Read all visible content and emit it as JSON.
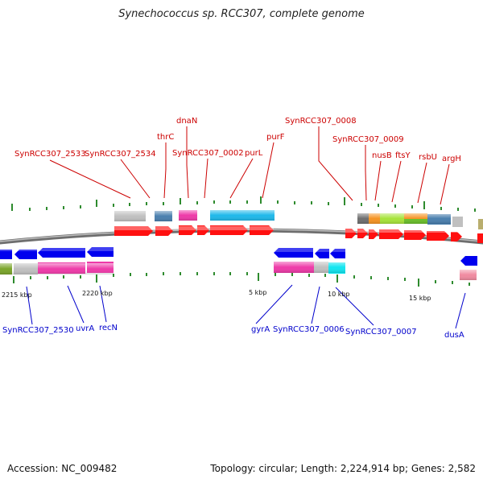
{
  "title": "Synechococcus sp. RCC307, complete genome",
  "footer": {
    "accession": "Accession: NC_009482",
    "summary": "Topology: circular; Length: 2,224,914 bp; Genes: 2,582"
  },
  "colors": {
    "backbone": "#7a7a7a",
    "tick": "#2e8b2e",
    "top_label": "#cc0000",
    "bottom_label": "#0000cc",
    "forward_gene": "#ff0000",
    "reverse_gene": "#0000ee"
  },
  "scale_labels": [
    {
      "text": "2215 kbp"
    },
    {
      "text": "2220 kbp"
    },
    {
      "text": "5 kbp"
    },
    {
      "text": "10 kbp"
    },
    {
      "text": "15 kbp"
    }
  ],
  "top_labels": [
    {
      "text": "SynRCC307_2533"
    },
    {
      "text": "SynRCC307_2534"
    },
    {
      "text": "thrC"
    },
    {
      "text": "dnaN"
    },
    {
      "text": "SynRCC307_0002"
    },
    {
      "text": "purL"
    },
    {
      "text": "purF"
    },
    {
      "text": "SynRCC307_0008"
    },
    {
      "text": "SynRCC307_0009"
    },
    {
      "text": "nusB"
    },
    {
      "text": "ftsY"
    },
    {
      "text": "rsbU"
    },
    {
      "text": "argH"
    }
  ],
  "bottom_labels": [
    {
      "text": "SynRCC307_2530"
    },
    {
      "text": "uvrA"
    },
    {
      "text": "recN"
    },
    {
      "text": "gyrA"
    },
    {
      "text": "SynRCC307_0006"
    },
    {
      "text": "SynRCC307_0007"
    },
    {
      "text": "dusA"
    }
  ]
}
